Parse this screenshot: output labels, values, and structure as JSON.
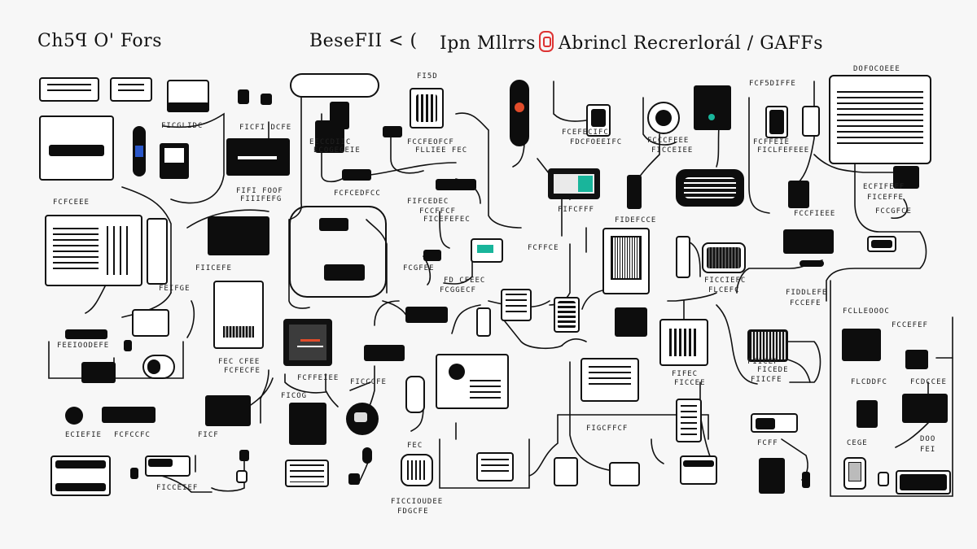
{
  "header": {
    "left_title": "Ch5ꟼ  O' Fors",
    "mid_title": "BeseFII  < (",
    "right_title_a": "Ipn Mllrrs",
    "right_title_b": "Abrincl Recrerlorál / GAFFs"
  },
  "captions": [
    "FI5D",
    "FCF5DIFFE",
    "DOFOCOEEE",
    "FICGLIDC",
    "FICFI DCFE",
    "EECCDIIC",
    "ECOGEGEIE",
    "FCCFEOFCF",
    "FLLIEE FEC",
    "FCEFECIFC",
    "FDCFOEEIFC",
    "FCCCFEEE",
    "FICCEIEE",
    "FCFFEIE",
    "FICLFEFEEE",
    "FIFI FOOF",
    "FIIIFEFG",
    "FCFCEDFCC",
    "FIFCEDEC",
    "FCCFFCF",
    "FICEFEFEC",
    "FIFCFFF",
    "FIDEFCCE",
    "FCCFIEEE",
    "ECFIFEEF",
    "FICEFFE",
    "FCCGFCE",
    "FCFCEEE",
    "FIICEFE",
    "FCFFCE",
    "FCGFEE",
    "FD CFEEC",
    "FCGGECF",
    "FICCIEFC",
    "FLCEFC",
    "FIDDLEFE",
    "FCCEFE",
    "FCLLEOOOC",
    "FCCEFEF",
    "FEEIOODEFE",
    "FEC CFEE",
    "FCFECFE",
    "FCFFEIEE",
    "FICCCFE",
    "FIFEC",
    "FICCEE",
    "FICEDE",
    "FIICFE",
    "FLCDDFC",
    "FCDCCEE",
    "FICOG",
    "FIGCFFCF",
    "ECIEFIE",
    "FCFCCFC",
    "FICF",
    "FEC",
    "FCFF",
    "CEGE",
    "DOO",
    "FEI",
    "FICCIOUDEE",
    "FDGCFE",
    "FICCEIEF",
    "FIICEF",
    "FEIFGE"
  ]
}
